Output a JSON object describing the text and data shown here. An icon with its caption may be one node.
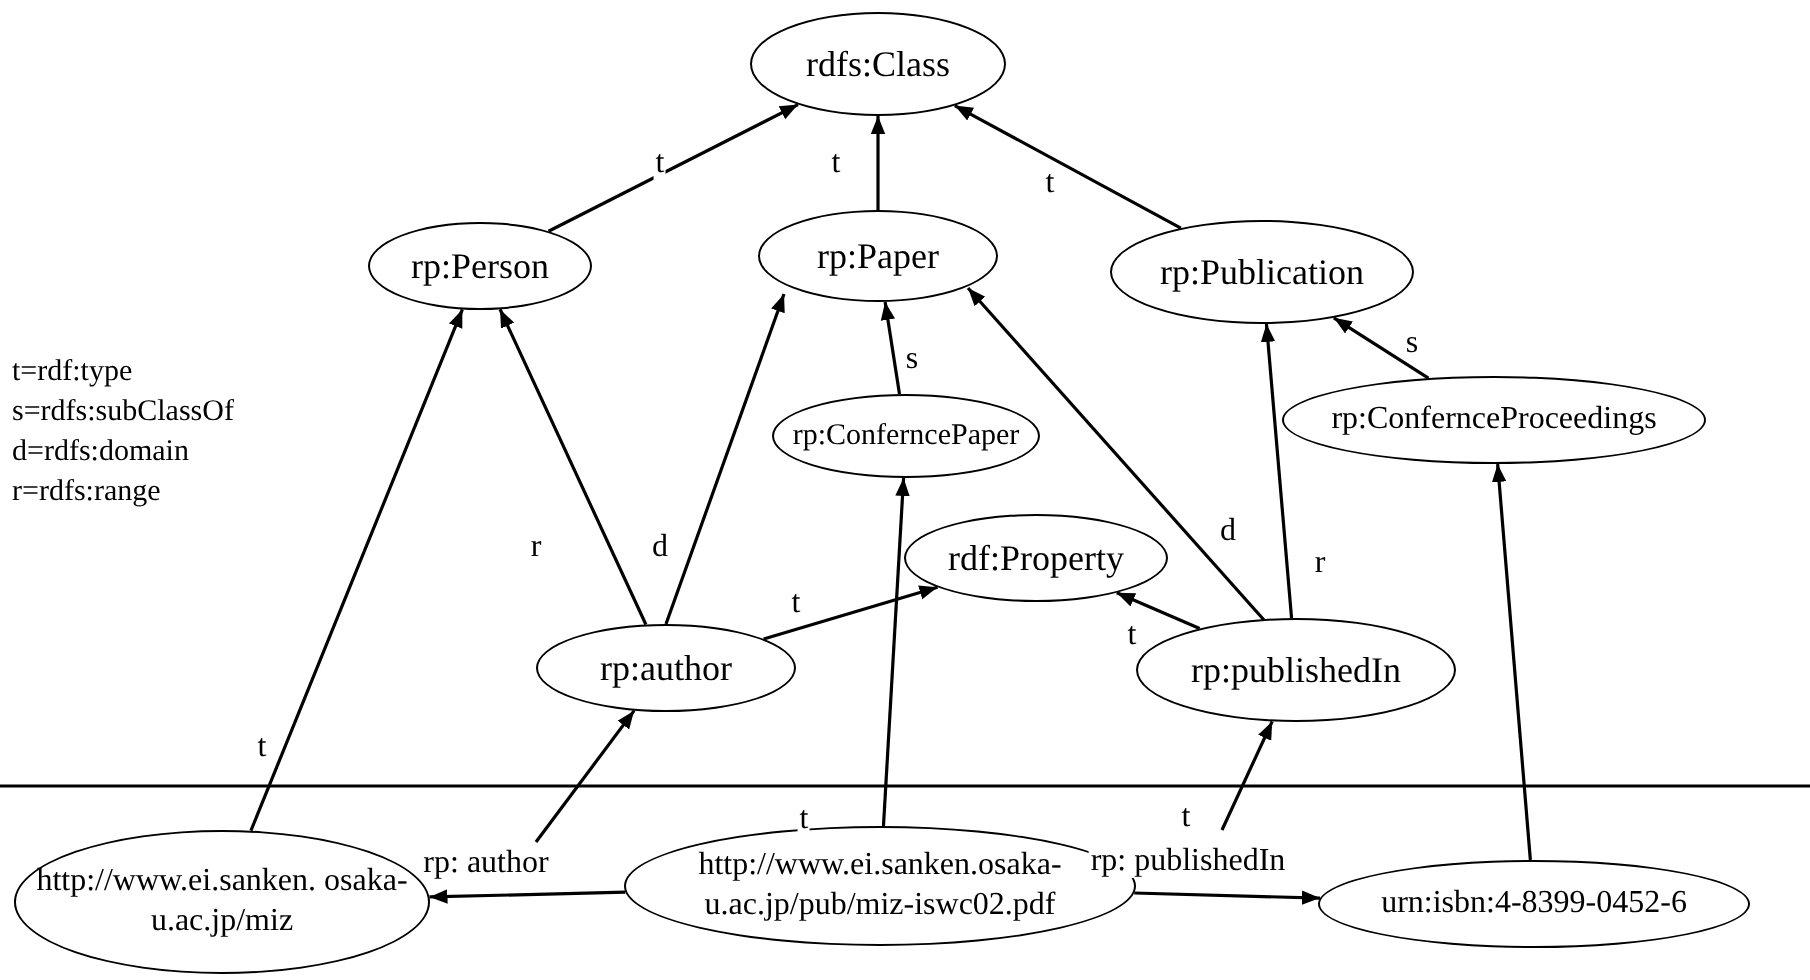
{
  "diagram": {
    "nodes": [
      {
        "text": [
          "rdfs:Class"
        ]
      },
      {
        "text": [
          "rp:Person"
        ]
      },
      {
        "text": [
          "rp:Paper"
        ]
      },
      {
        "text": [
          "rp:Publication"
        ]
      },
      {
        "text": [
          "rp:ConferncePaper"
        ]
      },
      {
        "text": [
          "rp:ConfernceProceedings"
        ]
      },
      {
        "text": [
          "rdf:Property"
        ]
      },
      {
        "text": [
          "rp:author"
        ]
      },
      {
        "text": [
          "rp:publishedIn"
        ]
      },
      {
        "text": [
          "http://www.ei.sanken. osaka-u.ac.jp/miz"
        ]
      },
      {
        "text": [
          "http://www.ei.sanken.osaka- u.ac.jp/pub/miz-iswc02.pdf"
        ]
      },
      {
        "text": [
          "urn:isbn:4-8399-0452-6"
        ]
      }
    ],
    "edges": [
      {
        "from": 1,
        "to": 0,
        "arrow": "to",
        "label": "t"
      },
      {
        "from": 2,
        "to": 0,
        "arrow": "to",
        "label": "t"
      },
      {
        "from": 3,
        "to": 0,
        "arrow": "to",
        "label": "t"
      },
      {
        "from": 4,
        "to": 2,
        "arrow": "to",
        "label": "s"
      },
      {
        "from": 5,
        "to": 3,
        "arrow": "to",
        "label": "s"
      },
      {
        "from": 7,
        "to": 1,
        "arrow": "to",
        "label": "r"
      },
      {
        "from": 7,
        "to": 2,
        "arrow": "to",
        "label": "d"
      },
      {
        "from": 7,
        "to": 6,
        "arrow": "to",
        "label": "t"
      },
      {
        "from": 8,
        "to": 6,
        "arrow": "to",
        "label": "t"
      },
      {
        "from": 8,
        "to": 2,
        "arrow": "to",
        "label": "d"
      },
      {
        "from": 8,
        "to": 3,
        "arrow": "to",
        "label": "r"
      },
      {
        "from": 9,
        "to": 1,
        "arrow": "to",
        "label": "t"
      },
      {
        "from": 10,
        "to": 4,
        "arrow": "to",
        "label": "t"
      },
      {
        "from": 11,
        "to": 5,
        "arrow": "to"
      },
      {
        "from": 10,
        "to": 9,
        "arrow": "to",
        "label": "rp: author"
      },
      {
        "from": 10,
        "to": 11,
        "arrow": "to",
        "label": "rp: publishedIn"
      },
      {
        "from": null,
        "to": 7,
        "arrow": "to"
      },
      {
        "from": null,
        "to": 8,
        "arrow": "to",
        "label": "t"
      }
    ],
    "labels": [
      "t=rdf:type",
      "s=rdfs:subClassOf",
      "d=rdfs:domain",
      "r=rdfs:range"
    ]
  }
}
